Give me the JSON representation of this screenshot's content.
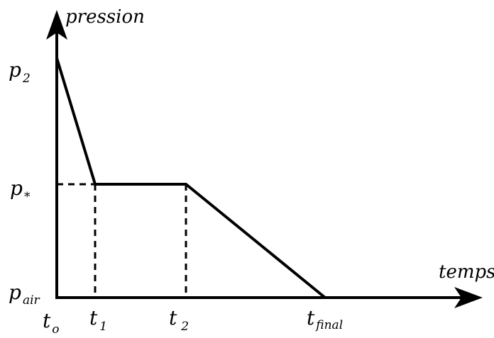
{
  "chart_data": {
    "type": "line",
    "title": "",
    "xlabel": "temps",
    "ylabel": "pression",
    "grid": false,
    "legend": "none",
    "line_color": "#000000",
    "x_ticks": [
      {
        "main": "t",
        "sub": "o"
      },
      {
        "main": "t",
        "sub": "1"
      },
      {
        "main": "t",
        "sub": "2"
      },
      {
        "main": "t",
        "sub": "final"
      }
    ],
    "y_ticks": [
      {
        "main": "p",
        "sub": "air"
      },
      {
        "main": "p",
        "sub": "*"
      },
      {
        "main": "p",
        "sub": "2"
      }
    ],
    "series": [
      {
        "x": [
          "t_o",
          "t_1",
          "t_2",
          "t_final"
        ],
        "y": [
          "p_2",
          "p_*",
          "p_*",
          "p_air"
        ]
      }
    ],
    "guides": [
      {
        "from": [
          "t_o",
          "p_*"
        ],
        "to": [
          "t_1",
          "p_*"
        ],
        "style": "dashed"
      },
      {
        "from": [
          "t_1",
          "p_*"
        ],
        "to": [
          "t_1",
          "p_air"
        ],
        "style": "dashed"
      },
      {
        "from": [
          "t_2",
          "p_*"
        ],
        "to": [
          "t_2",
          "p_air"
        ],
        "style": "dashed"
      }
    ]
  }
}
